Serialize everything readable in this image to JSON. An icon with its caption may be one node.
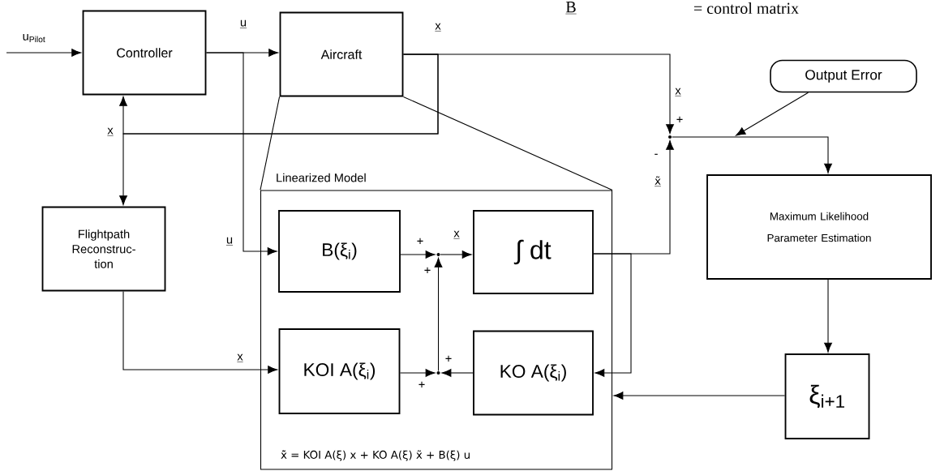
{
  "diagram": {
    "nodes": [
      {
        "text": [
          "Controller"
        ]
      },
      {
        "text": [
          "Aircraft"
        ]
      },
      {
        "text": [
          "Flightpath Reconstruc- tion"
        ]
      },
      {
        "text": [
          "Linearized Model",
          "x̃̇ = KOI A(ξ) x + KO A(ξ) x̃ + B(ξ) u"
        ]
      },
      {
        "text": [
          "B(ξ$_{i}$)"
        ],
        "in": 3
      },
      {
        "text": [
          "∫ dt"
        ],
        "in": 3
      },
      {
        "text": [
          "KOI A(ξ$_{i}$)"
        ],
        "in": 3
      },
      {
        "text": [
          "KO A(ξ$_{i}$)"
        ],
        "in": 3
      },
      {
        "text": [
          "Output Error"
        ]
      },
      {
        "text": [
          "Maximum Likelihood Parameter Estimation"
        ]
      },
      {
        "text": [
          "ξ$_{i+1}$"
        ]
      },
      {
        "text": [],
        "shape": "point",
        "in": 3
      },
      {
        "text": [],
        "shape": "point",
        "in": 3
      },
      {
        "text": [],
        "shape": "point"
      }
    ],
    "edges": [
      {
        "from": null,
        "to": 0,
        "arrow": "to",
        "label": "u$_{Pilot}$"
      },
      {
        "from": 0,
        "to": 1,
        "arrow": "to",
        "label": "u"
      },
      {
        "from": 0,
        "to": 4,
        "arrow": "to",
        "label": "u"
      },
      {
        "from": 1,
        "to": 13,
        "arrow": "to",
        "label": "x"
      },
      {
        "from": 1,
        "to": 0,
        "arrow": "to"
      },
      {
        "from": 1,
        "to": 2,
        "arrow": "to",
        "label": "x"
      },
      {
        "from": 2,
        "to": 6,
        "arrow": "to",
        "label": "x"
      },
      {
        "from": 4,
        "to": 11,
        "arrow": "to"
      },
      {
        "from": 6,
        "to": 12,
        "arrow": "to"
      },
      {
        "from": 7,
        "to": 12,
        "arrow": "to"
      },
      {
        "from": 12,
        "to": 11,
        "arrow": "to"
      },
      {
        "from": 11,
        "to": 5,
        "arrow": "to",
        "label": "x"
      },
      {
        "from": 5,
        "to": 13,
        "arrow": "to",
        "label": "x̃"
      },
      {
        "from": 5,
        "to": 7,
        "arrow": "to"
      },
      {
        "from": 13,
        "to": 9,
        "arrow": "to"
      },
      {
        "from": 8,
        "to": null,
        "arrow": "to"
      },
      {
        "from": 9,
        "to": 10,
        "arrow": "to"
      },
      {
        "from": 10,
        "to": 3,
        "arrow": "to"
      },
      {
        "from": 1,
        "to": 3,
        "arrow": "none"
      },
      {
        "from": 1,
        "to": 3,
        "arrow": "none"
      }
    ],
    "labels": [
      "B",
      "= control matrix",
      "x",
      "+",
      "-",
      "+",
      "+",
      "+",
      "+"
    ]
  }
}
